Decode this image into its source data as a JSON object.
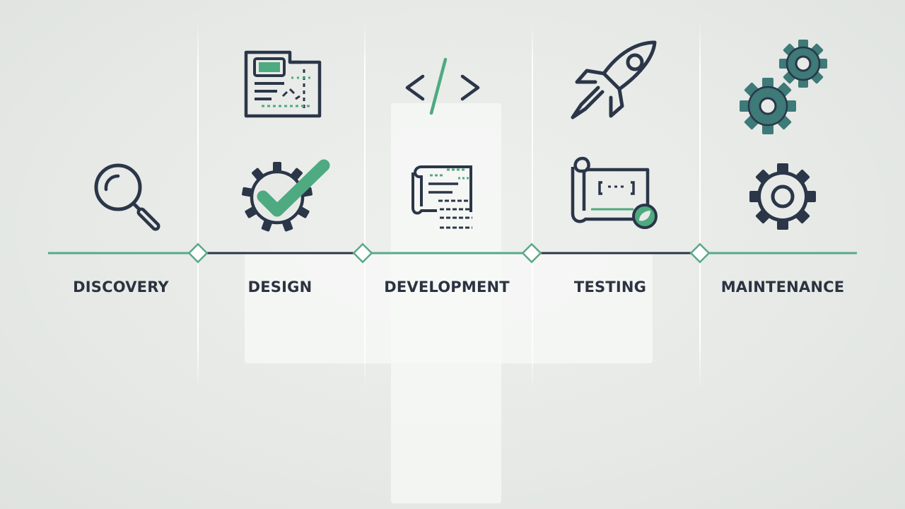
{
  "stages": [
    {
      "label": "DISCOVERY"
    },
    {
      "label": "DESIGN"
    },
    {
      "label": "DEVELOPMENT"
    },
    {
      "label": "TESTING"
    },
    {
      "label": "MAINTENANCE"
    }
  ],
  "icons": {
    "discovery": "magnifier-icon",
    "design_top": "layout-document-icon",
    "design_bottom": "gear-checkmark-icon",
    "development_top": "code-brackets-icon",
    "development_bottom": "blueprint-scroll-icon",
    "testing_top": "rocket-icon",
    "testing_bottom": "blueprint-badge-icon",
    "maintenance_top": "gears-icon",
    "maintenance_bottom": "gear-icon"
  },
  "colors": {
    "line_dark": "#2b3648",
    "accent_green": "#4eaa80",
    "teal": "#3d7a78",
    "background": "#e8eae8"
  }
}
